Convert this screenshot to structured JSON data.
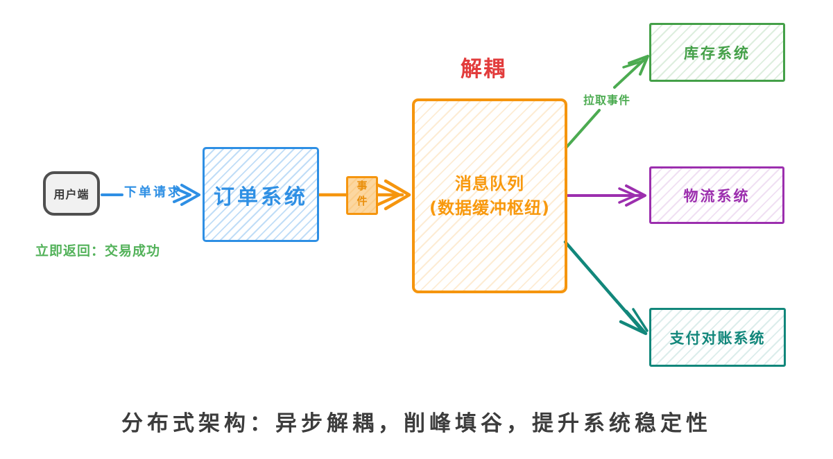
{
  "palette": {
    "blue": "#2e8fe4",
    "orange": "#f5950e",
    "orange_fill": "#fcd7a0",
    "orange_text": "#ea8f0c",
    "green": "#44a048",
    "green_light": "#53b25a",
    "purple": "#9c2fae",
    "teal": "#12877b",
    "red": "#e23c3c",
    "gray_text": "#3c3c3c",
    "client_border": "#4f4f4f",
    "client_fill": "#f1f1f1"
  },
  "nodes": {
    "client": {
      "label": "用户端"
    },
    "order": {
      "label": "订单系统"
    },
    "event": {
      "label": "事件"
    },
    "queue": {
      "title": "消息队列",
      "subtitle": "(数据缓冲枢纽)"
    },
    "inventory": {
      "label": "库存系统"
    },
    "logistics": {
      "label": "物流系统"
    },
    "payment": {
      "label": "支付对账系统"
    }
  },
  "labels": {
    "decouple": "解耦",
    "order_request": "下单请求",
    "immediate_return": "立即返回：交易成功",
    "pull_event": "拉取事件",
    "caption": "分布式架构：异步解耦，削峰填谷，提升系统稳定性"
  }
}
